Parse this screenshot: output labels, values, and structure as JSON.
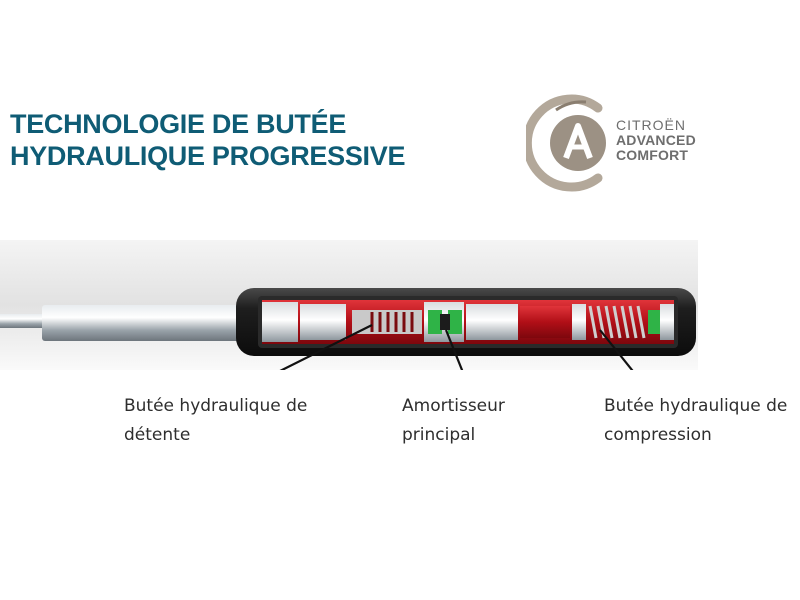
{
  "title": {
    "line1": "TECHNOLOGIE DE BUTÉE",
    "line2": "HYDRAULIQUE PROGRESSIVE"
  },
  "logo": {
    "brand": "CITROËN",
    "line2": "ADVANCED",
    "line3": "COMFORT",
    "colors": {
      "ring": "#b3a89a",
      "arc": "#8a7e70",
      "emblem": "#9c9184"
    }
  },
  "labels": {
    "rebound": {
      "line1": "Butée hydraulique de",
      "line2": "détente"
    },
    "main": {
      "line1": "Amortisseur",
      "line2": "principal"
    },
    "compression": {
      "line1": "Butée hydraulique de",
      "line2": "compression"
    }
  },
  "colors": {
    "title": "#0f5c75",
    "fluid": "#c8141c",
    "valve": "#2fb347",
    "body": "#1e1e1e"
  }
}
